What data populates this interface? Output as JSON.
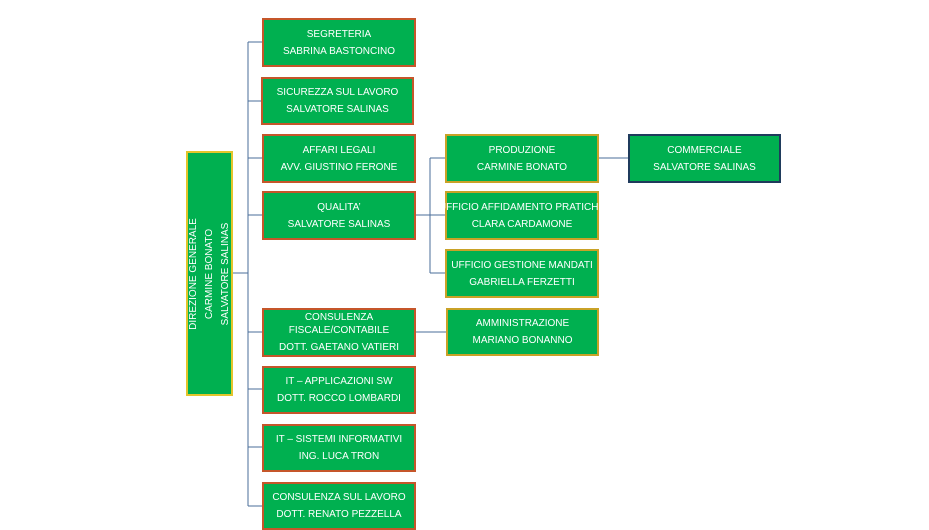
{
  "root": {
    "lines": [
      "DIREZIONE GENERALE",
      "CARMINE BONATO",
      "SALVATORE SALINAS"
    ]
  },
  "units": [
    {
      "lines": [
        "SEGRETERIA",
        "SABRINA BASTONCINO"
      ]
    },
    {
      "lines": [
        "SICUREZZA SUL LAVORO",
        "SALVATORE SALINAS"
      ]
    },
    {
      "lines": [
        "AFFARI LEGALI",
        "AVV. GIUSTINO FERONE"
      ]
    },
    {
      "lines": [
        "QUALITA’",
        "SALVATORE SALINAS"
      ]
    },
    {
      "lines": [
        "CONSULENZA",
        "FISCALE/CONTABILE",
        "DOTT. GAETANO VATIERI"
      ]
    },
    {
      "lines": [
        "IT – APPLICAZIONI SW",
        "DOTT. ROCCO LOMBARDI"
      ]
    },
    {
      "lines": [
        "IT – SISTEMI INFORMATIVI",
        "ING. LUCA TRON"
      ]
    },
    {
      "lines": [
        "CONSULENZA SUL LAVORO",
        "DOTT. RENATO PEZZELLA"
      ]
    }
  ],
  "quality_subunits": [
    {
      "lines": [
        "PRODUZIONE",
        "CARMINE BONATO"
      ]
    },
    {
      "lines": [
        "UFFICIO AFFIDAMENTO PRATICHE",
        "CLARA CARDAMONE"
      ]
    },
    {
      "lines": [
        "UFFICIO GESTIONE MANDATI",
        "GABRIELLA FERZETTI"
      ]
    }
  ],
  "administration": {
    "lines": [
      "AMMINISTRAZIONE",
      "MARIANO BONANNO"
    ]
  },
  "commercial": {
    "lines": [
      "COMMERCIALE",
      "SALVATORE SALINAS"
    ]
  },
  "colors": {
    "box_fill": "#00b050",
    "border_primary": "#c5562a",
    "border_secondary": "#c9a227",
    "border_commercial": "#1f3b5c",
    "border_root": "#e3c52b",
    "connector": "#4a6e9a",
    "text": "#ffffff"
  }
}
